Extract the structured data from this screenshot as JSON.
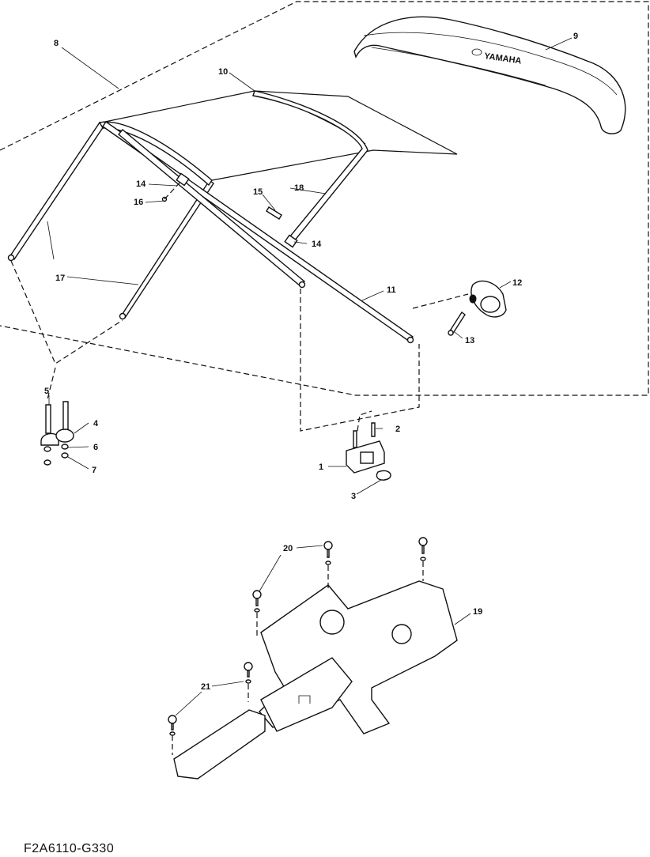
{
  "callouts": {
    "c1": "1",
    "c2": "2",
    "c3": "3",
    "c4": "4",
    "c5": "5",
    "c6": "6",
    "c7": "7",
    "c8": "8",
    "c9": "9",
    "c10": "10",
    "c11": "11",
    "c12": "12",
    "c13": "13",
    "c14a": "14",
    "c14b": "14",
    "c15": "15",
    "c16": "16",
    "c17": "17",
    "c18": "18",
    "c19": "19",
    "c20": "20",
    "c21": "21"
  },
  "drawing_code": "F2A6110-G330",
  "logo_text": "YAMAHA"
}
